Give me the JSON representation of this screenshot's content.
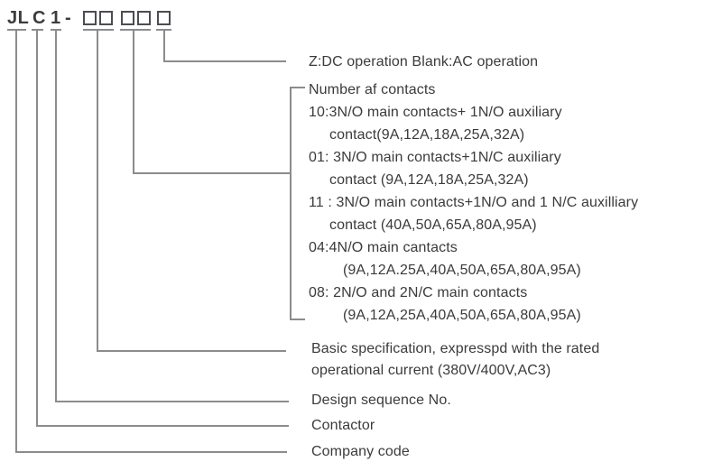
{
  "code": {
    "chars": [
      "JL",
      "C",
      "1",
      "-"
    ],
    "box_groups_note": "two boxes, two boxes, one box"
  },
  "callouts": {
    "operation": "Z:DC operation Blank:AC operation",
    "contacts": {
      "lines": [
        {
          "text": "Number af contacts"
        },
        {
          "text": "10:3N/O main contacts+ 1N/O auxiliary"
        },
        {
          "text": "contact(9A,12A,18A,25A,32A)"
        },
        {
          "text": "01: 3N/O main contacts+1N/C auxiliary"
        },
        {
          "text": "contact (9A,12A,18A,25A,32A)"
        },
        {
          "text": "11 : 3N/O main contacts+1N/O and 1 N/C auxilliary"
        },
        {
          "text": "contact (40A,50A,65A,80A,95A)"
        },
        {
          "text": "04:4N/O main cantacts"
        },
        {
          "text": "(9A,12A.25A,40A,50A,65A,80A,95A)"
        },
        {
          "text": "08: 2N/O and 2N/C main contacts"
        },
        {
          "text": "(9A,12A,25A,40A,50A,65A,80A,95A)"
        }
      ]
    },
    "basic_spec": {
      "line1": "Basic specification, expresspd with the rated",
      "line2": "operational current (380V/400V,AC3)"
    },
    "design_sequence": "Design sequence No.",
    "contactor": "Contactor",
    "company_code": "Company code"
  },
  "colors": {
    "text": "#3b3b3b",
    "line": "#8c8c8c",
    "box_border": "#4a4d53"
  }
}
